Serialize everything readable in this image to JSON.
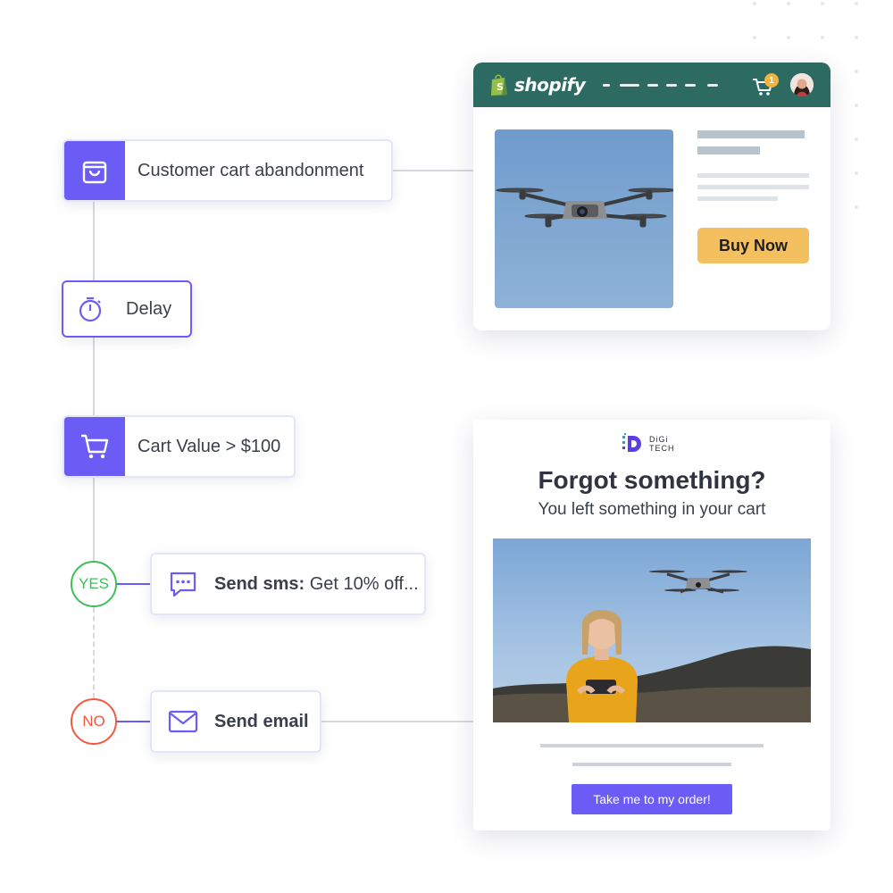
{
  "flow": {
    "trigger_label": "Customer cart abandonment",
    "delay_label": "Delay",
    "condition_label": "Cart Value > $100",
    "yes_label": "YES",
    "no_label": "NO",
    "sms_prefix": "Send sms:",
    "sms_text": "Get 10% off...",
    "email_label": "Send email"
  },
  "shopify": {
    "brand": "shopify",
    "cart_count": "1",
    "buy_button": "Buy Now"
  },
  "email": {
    "brand_line1": "DiGi",
    "brand_line2": "TECH",
    "headline": "Forgot something?",
    "subline": "You left something in your cart",
    "cta": "Take me to my order!"
  },
  "colors": {
    "accent": "#6b5cf6",
    "yes": "#3fbf5a",
    "no": "#ef5b3c",
    "shopify_header": "#2c6a62",
    "buy_button": "#f4c05f"
  }
}
